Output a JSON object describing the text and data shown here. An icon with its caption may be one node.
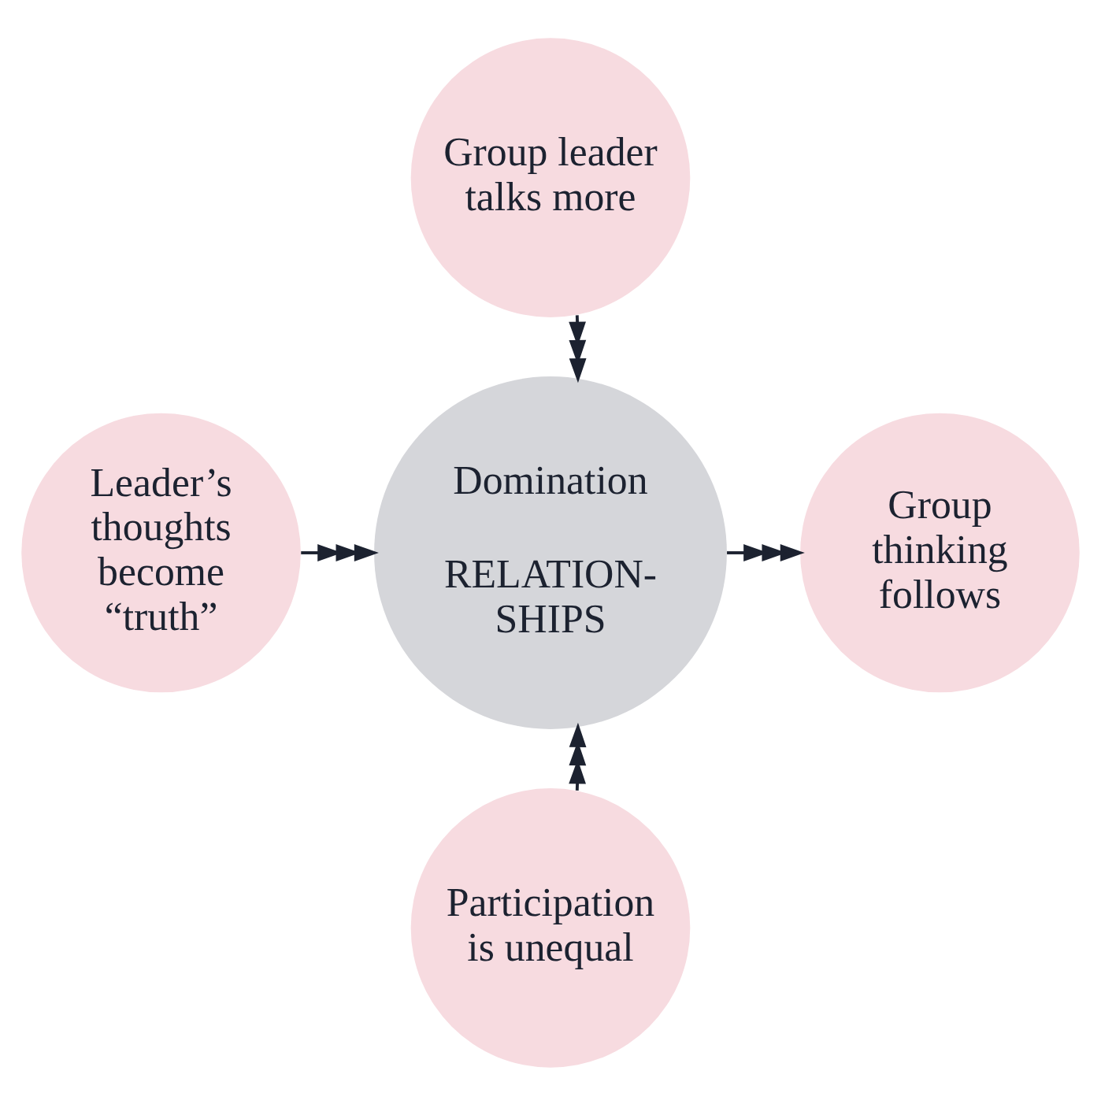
{
  "diagram": {
    "nodes": [
      {
        "text": [
          "Group leader talks more"
        ]
      },
      {
        "text": [
          "Leader’s thoughts become “truth”"
        ]
      },
      {
        "text": [
          "Domination",
          "RELATION- SHIPS"
        ]
      },
      {
        "text": [
          "Group thinking follows"
        ]
      },
      {
        "text": [
          "Participation is unequal"
        ]
      }
    ],
    "edges": [
      {
        "from": 0,
        "to": 2,
        "arrow": "to"
      },
      {
        "from": 1,
        "to": 2,
        "arrow": "to"
      },
      {
        "from": 2,
        "to": 3,
        "arrow": "to"
      },
      {
        "from": 4,
        "to": 2,
        "arrow": "to"
      }
    ]
  }
}
